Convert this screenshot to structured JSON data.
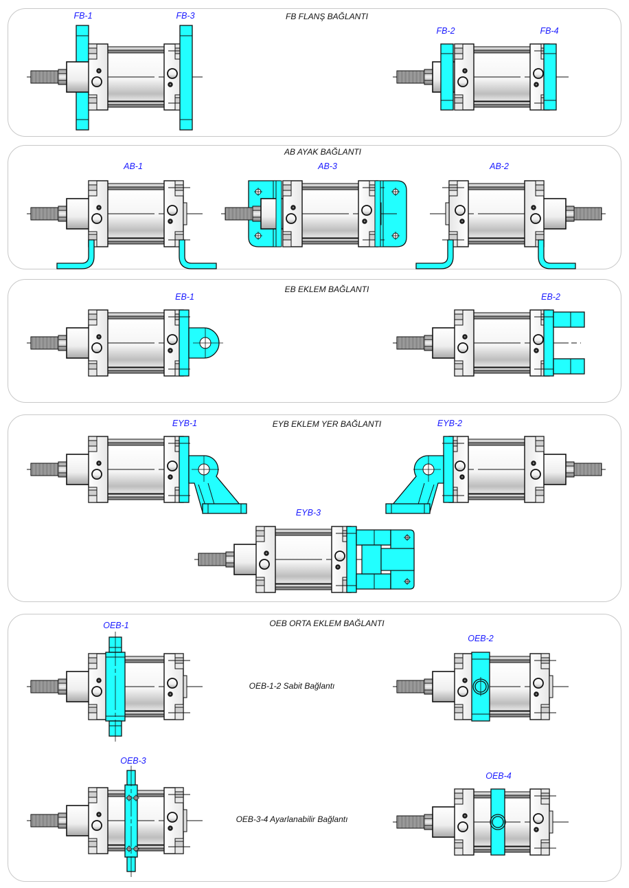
{
  "colors": {
    "mount": "#22ffff",
    "label": "#1a1aff",
    "outline": "#111111",
    "panel_border": "#c8c8c8"
  },
  "sections": [
    {
      "id": "fb",
      "title": "FB  FLANŞ BAĞLANTI",
      "items": [
        {
          "code": "FB-1"
        },
        {
          "code": "FB-3"
        },
        {
          "code": "FB-2"
        },
        {
          "code": "FB-4"
        }
      ]
    },
    {
      "id": "ab",
      "title": "AB  AYAK BAĞLANTI",
      "items": [
        {
          "code": "AB-1"
        },
        {
          "code": "AB-3"
        },
        {
          "code": "AB-2"
        }
      ]
    },
    {
      "id": "eb",
      "title": "EB  EKLEM BAĞLANTI",
      "items": [
        {
          "code": "EB-1"
        },
        {
          "code": "EB-2"
        }
      ]
    },
    {
      "id": "eyb",
      "title": "EYB  EKLEM YER BAĞLANTI",
      "items": [
        {
          "code": "EYB-1"
        },
        {
          "code": "EYB-2"
        },
        {
          "code": "EYB-3"
        }
      ]
    },
    {
      "id": "oeb",
      "title": "OEB  ORTA EKLEM BAĞLANTI",
      "items": [
        {
          "code": "OEB-1"
        },
        {
          "code": "OEB-2"
        },
        {
          "code": "OEB-3"
        },
        {
          "code": "OEB-4"
        }
      ],
      "notes": [
        "OEB-1-2  Sabit Bağlantı",
        "OEB-3-4  Ayarlanabilir Bağlantı"
      ]
    }
  ]
}
